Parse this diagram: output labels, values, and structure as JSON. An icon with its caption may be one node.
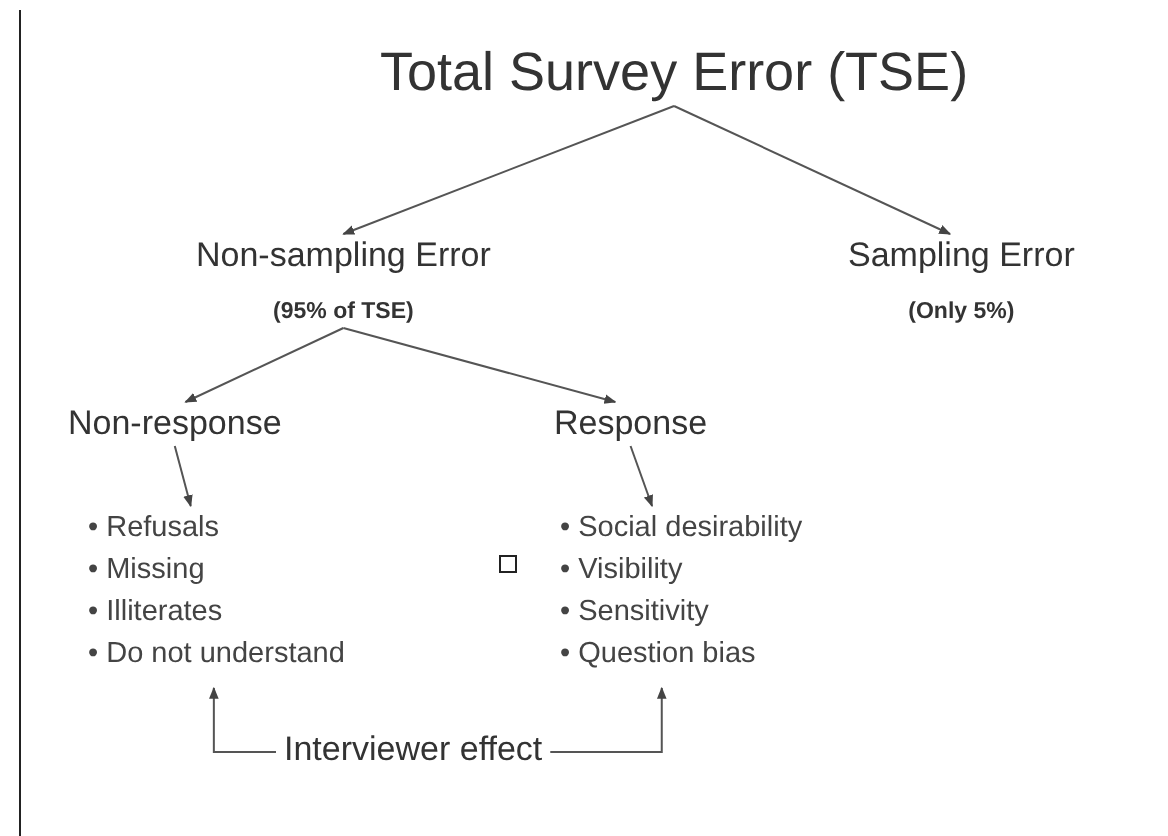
{
  "diagram": {
    "nodes": [
      {
        "text": [
          "Total Survey Error (TSE)"
        ]
      },
      {
        "text": [
          "Non-sampling Error",
          "(95% of TSE)"
        ]
      },
      {
        "text": [
          "Sampling Error",
          "(Only 5%)"
        ]
      },
      {
        "text": [
          "Non-response"
        ]
      },
      {
        "text": [
          "Response"
        ]
      },
      {
        "text": [
          "• Refusals",
          "• Missing",
          "• Illiterates",
          "• Do not understand"
        ]
      },
      {
        "text": [
          "• Social desirability",
          "• Visibility",
          "• Sensitivity",
          "• Question bias"
        ]
      },
      {
        "text": [
          "Interviewer effect"
        ]
      }
    ],
    "edges": [
      {
        "from": 0,
        "to": 1,
        "arrow": "to"
      },
      {
        "from": 0,
        "to": 2,
        "arrow": "to"
      },
      {
        "from": 1,
        "to": 3,
        "arrow": "to"
      },
      {
        "from": 1,
        "to": 4,
        "arrow": "to"
      },
      {
        "from": 3,
        "to": 5,
        "arrow": "to"
      },
      {
        "from": 4,
        "to": 6,
        "arrow": "to"
      },
      {
        "from": 7,
        "to": 5,
        "arrow": "to"
      },
      {
        "from": 7,
        "to": 6,
        "arrow": "to"
      }
    ]
  }
}
